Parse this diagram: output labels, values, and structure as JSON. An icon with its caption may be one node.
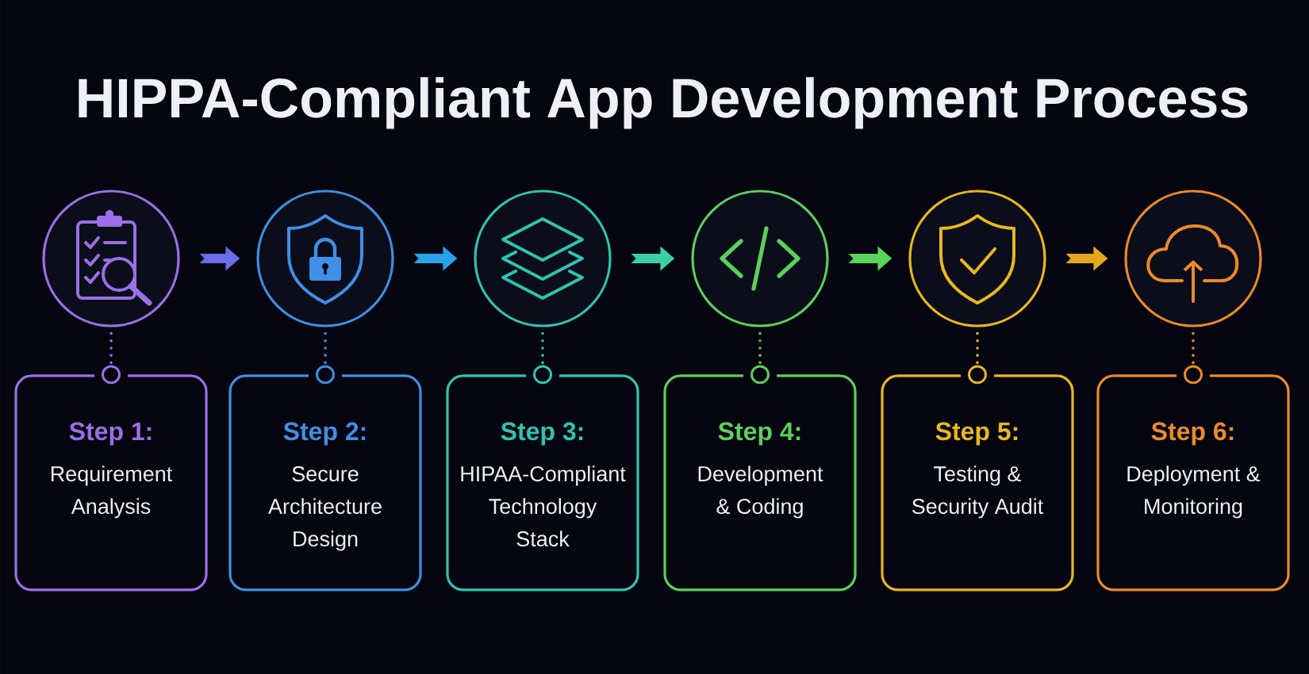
{
  "diagram": {
    "title": "HIPPA-Compliant App Development Process",
    "nodes": [
      {
        "text": [],
        "shape": "circle"
      },
      {
        "text": [],
        "shape": "circle"
      },
      {
        "text": [],
        "shape": "circle"
      },
      {
        "text": [],
        "shape": "circle"
      },
      {
        "text": [],
        "shape": "circle"
      },
      {
        "text": [],
        "shape": "circle"
      },
      {
        "text": [
          "Step 1:",
          "Requirement Analysis"
        ]
      },
      {
        "text": [
          "Step 2:",
          "Secure Architecture Design"
        ]
      },
      {
        "text": [
          "Step 3:",
          "HIPAA-Compliant Technology Stack"
        ]
      },
      {
        "text": [
          "Step 4:",
          "Development & Coding"
        ]
      },
      {
        "text": [
          "Step 5:",
          "Testing & Security Audit"
        ]
      },
      {
        "text": [
          "Step 6:",
          "Deployment & Monitoring"
        ]
      }
    ],
    "edges": [
      {
        "from": 0,
        "to": 1,
        "arrow": "to",
        "style": "thick",
        "color": "#6a6ee8"
      },
      {
        "from": 1,
        "to": 2,
        "arrow": "to",
        "style": "thick",
        "color": "#2aa2ea"
      },
      {
        "from": 2,
        "to": 3,
        "arrow": "to",
        "style": "thick",
        "color": "#3ccfa6"
      },
      {
        "from": 3,
        "to": 4,
        "arrow": "to",
        "style": "thick",
        "color": "#5ad45a"
      },
      {
        "from": 4,
        "to": 5,
        "arrow": "to",
        "style": "thick",
        "color": "#e6a81e"
      },
      {
        "from": 0,
        "to": 6,
        "arrow": "other",
        "style": "dashed",
        "color": "#9b6fe6"
      },
      {
        "from": 1,
        "to": 7,
        "arrow": "other",
        "style": "dashed",
        "color": "#3f8fe6"
      },
      {
        "from": 2,
        "to": 8,
        "arrow": "other",
        "style": "dashed",
        "color": "#2ec4b2"
      },
      {
        "from": 3,
        "to": 9,
        "arrow": "other",
        "style": "dashed",
        "color": "#5ccf5c"
      },
      {
        "from": 4,
        "to": 10,
        "arrow": "other",
        "style": "dashed",
        "color": "#e8b820"
      },
      {
        "from": 5,
        "to": 11,
        "arrow": "other",
        "style": "dashed",
        "color": "#ec8a2a"
      }
    ]
  }
}
